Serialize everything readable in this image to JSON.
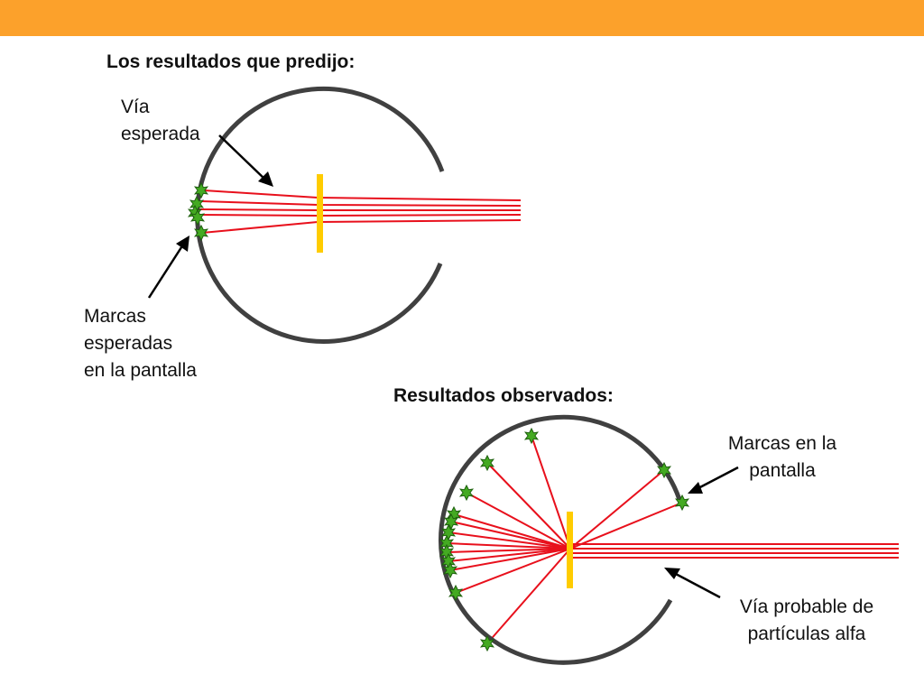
{
  "colors": {
    "top_bar": "#fca12b",
    "screen": "#404040",
    "path": "#e8101c",
    "foil": "#ffcc00",
    "mark_fill": "#44aa22",
    "mark_stroke": "#1e5f0e",
    "arrow": "#000000"
  },
  "predicted": {
    "title": "Los resultados que predijo:",
    "path_label": [
      "Vía",
      "esperada"
    ],
    "marks_label": [
      "Marcas",
      "esperadas",
      "en la pantalla"
    ]
  },
  "observed": {
    "title": "Resultados observados:",
    "marks_label": [
      "Marcas en la",
      "pantalla"
    ],
    "path_label": [
      "Vía probable de",
      "partículas alfa"
    ]
  }
}
